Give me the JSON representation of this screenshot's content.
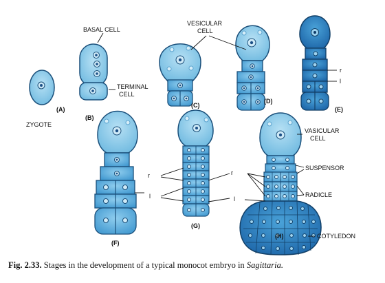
{
  "labels": {
    "basal_cell": "BASAL CELL",
    "terminal_cell_line1": "TERMINAL",
    "terminal_cell_line2": "CELL",
    "zygote": "ZYGOTE",
    "vesicular_cell_line1": "VESICULAR",
    "vesicular_cell_line2": "CELL",
    "vasicular_cell_line1": "VASICULAR",
    "vasicular_cell_line2": "CELL",
    "suspensor": "SUSPENSOR",
    "radicle": "RADICLE",
    "cotyledon": "COTYLEDON",
    "r": "r",
    "l": "l"
  },
  "stages": {
    "a": "(A)",
    "b": "(B)",
    "c": "(C)",
    "d": "(D)",
    "e": "(E)",
    "f": "(F)",
    "g": "(G)",
    "h": "(H)"
  },
  "caption": {
    "number": "Fig. 2.33.",
    "text": "Stages in the development of a typical monocot embryo in",
    "italic": "Sagittaria."
  },
  "colors": {
    "cell_fill": "#7cc3e6",
    "cell_dark": "#2f86c4",
    "cell_deep": "#1d63a8",
    "outline": "#1a4f7a",
    "nucleus": "#1b4f86"
  }
}
